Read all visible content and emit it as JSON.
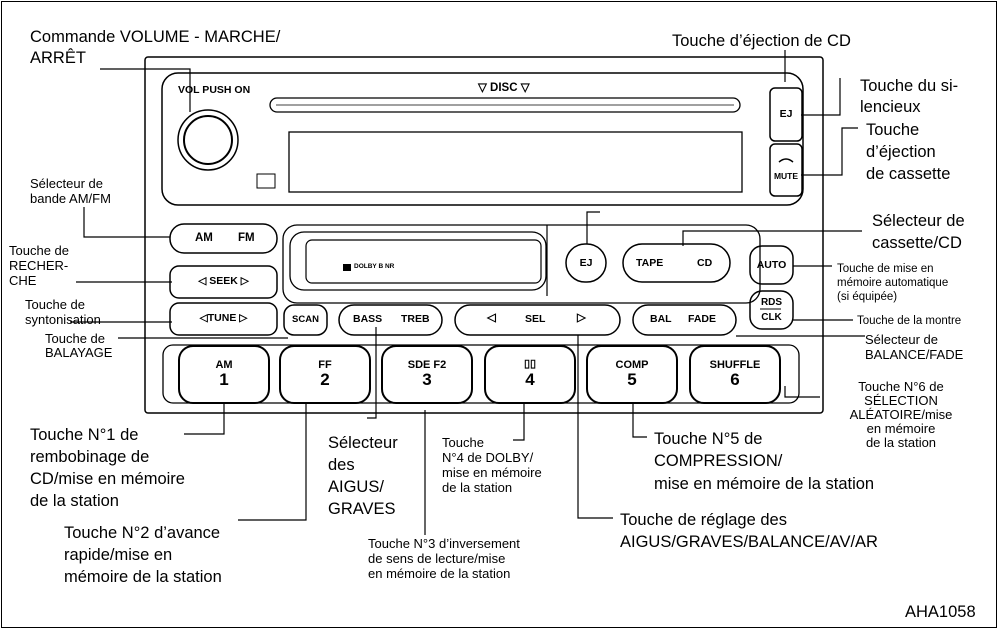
{
  "radio": {
    "vol_push_on": "VOL PUSH ON",
    "disc": "▽ DISC ▽",
    "eject_cd": "EJ",
    "mute": "MUTE",
    "am": "AM",
    "fm": "FM",
    "seek": "◁ SEEK ▷",
    "tune": "◁TUNE ▷",
    "scan": "SCAN",
    "dolby_nr": "DOLBY B NR",
    "bass": "BASS",
    "treb": "TREB",
    "sel_left": "◁",
    "sel": "SEL",
    "sel_right": "▷",
    "eject_tape": "EJ",
    "tape": "TAPE",
    "cd": "CD",
    "bal": "BAL",
    "fade": "FADE",
    "auto": "AUTO",
    "rds": "RDS",
    "clk": "CLK",
    "presets": [
      {
        "top": "AM",
        "num": "1"
      },
      {
        "top": "FF",
        "num": "2"
      },
      {
        "top": "SDE F2",
        "num": "3"
      },
      {
        "top": "▯▯",
        "num": "4"
      },
      {
        "top": "COMP",
        "num": "5"
      },
      {
        "top": "SHUFFLE",
        "num": "6"
      }
    ]
  },
  "callouts": {
    "volume": [
      "Commande VOLUME - MARCHE/",
      "ARRÊT"
    ],
    "cd_eject": "Touche d’éjection de CD",
    "mute": [
      "Touche du si-",
      "lencieux"
    ],
    "cassette_eject": [
      "Touche",
      "d’éjection",
      "de cassette"
    ],
    "band": [
      "Sélecteur de",
      "bande AM/FM"
    ],
    "seek": [
      "Touche de",
      "RECHER-",
      "CHE"
    ],
    "tune": [
      "Touche de",
      "syntonisation"
    ],
    "scan": [
      "Touche de",
      "BALAYAGE"
    ],
    "tape_cd": [
      "Sélecteur de",
      "cassette/CD"
    ],
    "auto": [
      "Touche de mise en",
      "mémoire automatique",
      "(si équipée)"
    ],
    "clock": "Touche de la montre",
    "bal_fade": [
      "Sélecteur de",
      "BALANCE/FADE"
    ],
    "preset6": [
      "Touche N°6 de",
      "SÉLECTION",
      "ALÉATOIRE/mise",
      "en mémoire",
      "de la station"
    ],
    "preset1": [
      "Touche N°1 de",
      "rembobinage de",
      "CD/mise en mémoire",
      "de la station"
    ],
    "bass_treb": [
      "Sélecteur",
      "des",
      "AIGUS/",
      "GRAVES"
    ],
    "preset4": [
      "Touche",
      "N°4 de DOLBY/",
      "mise en mémoire",
      "de la station"
    ],
    "preset5": [
      "Touche N°5 de",
      "COMPRESSION/",
      "mise en mémoire de la station"
    ],
    "preset2": [
      "Touche N°2 d’avance",
      "rapide/mise en",
      "mémoire de la station"
    ],
    "preset3": [
      "Touche N°3 d’inversement",
      "de sens de lecture/mise",
      "en mémoire de la station"
    ],
    "sel": [
      "Touche de réglage des",
      "AIGUS/GRAVES/BALANCE/AV/AR"
    ]
  },
  "figure_id": "AHA1058"
}
